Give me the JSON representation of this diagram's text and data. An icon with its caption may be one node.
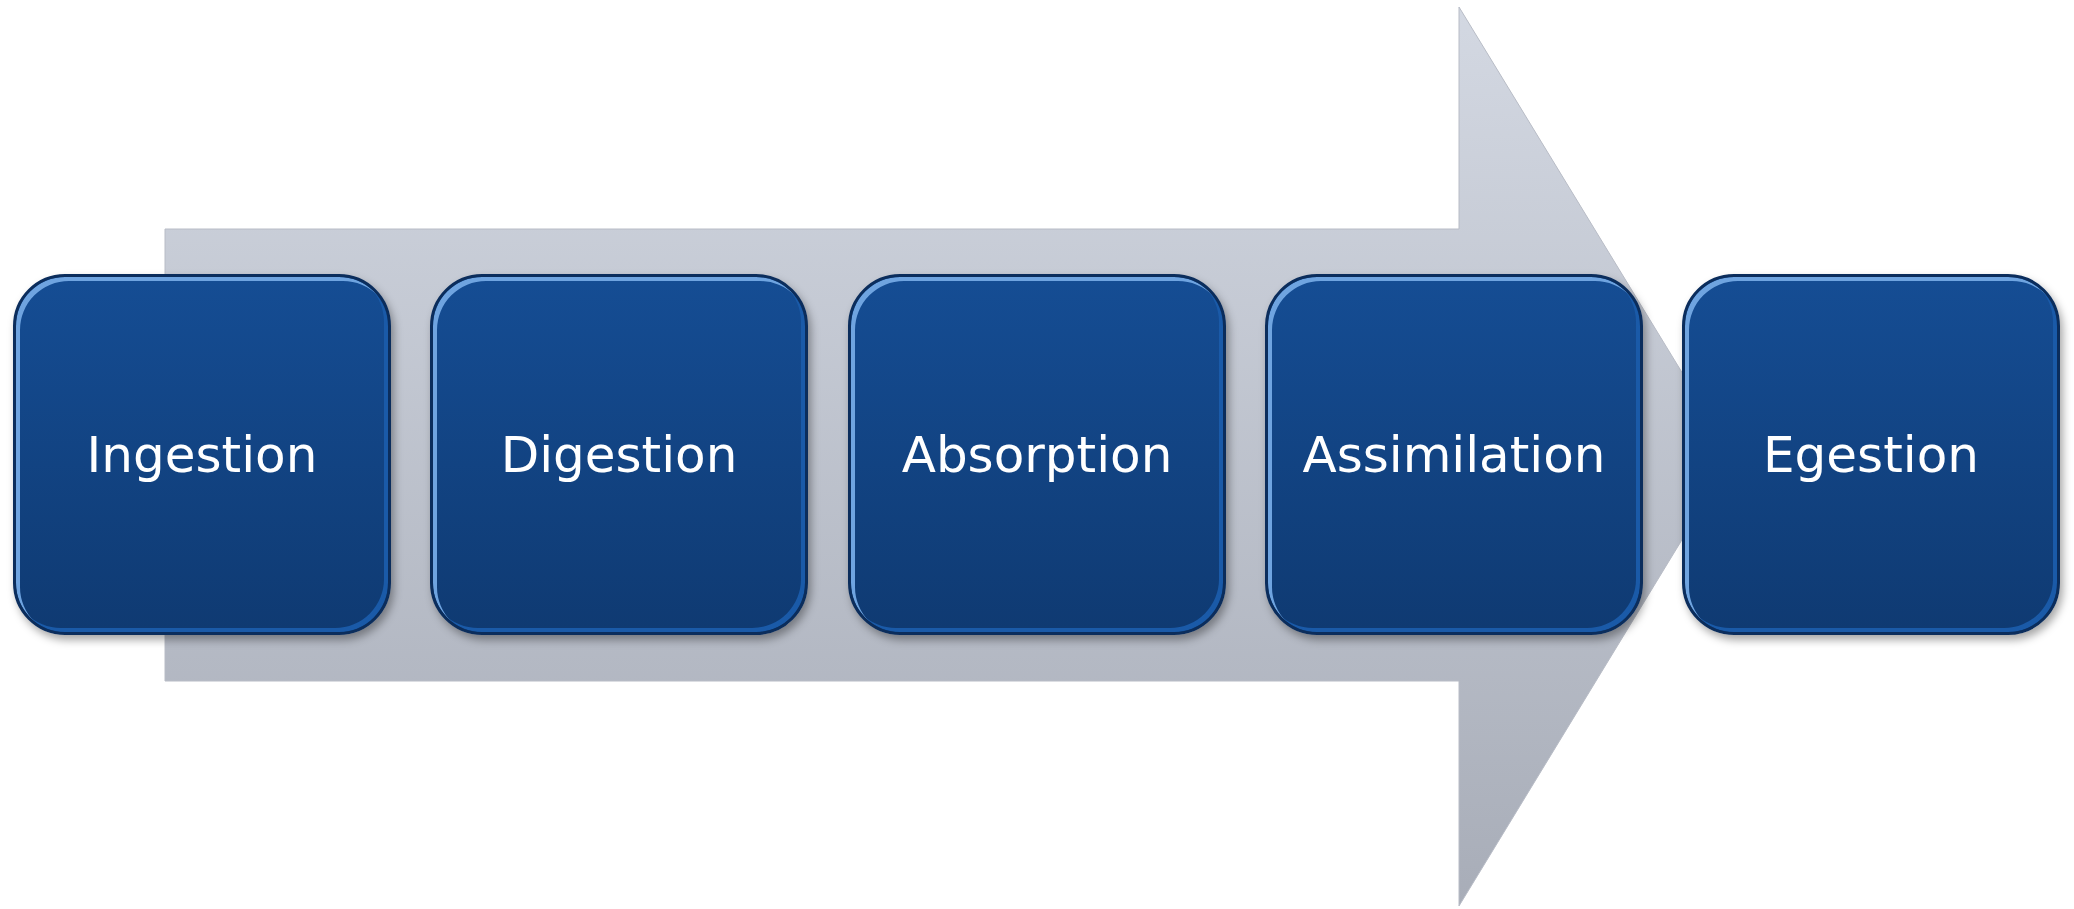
{
  "diagram": {
    "nodes": [
      {
        "text": [
          "Ingestion"
        ]
      },
      {
        "text": [
          "Digestion"
        ]
      },
      {
        "text": [
          "Absorption"
        ]
      },
      {
        "text": [
          "Assimilation"
        ]
      },
      {
        "text": [
          "Egestion"
        ]
      }
    ]
  }
}
